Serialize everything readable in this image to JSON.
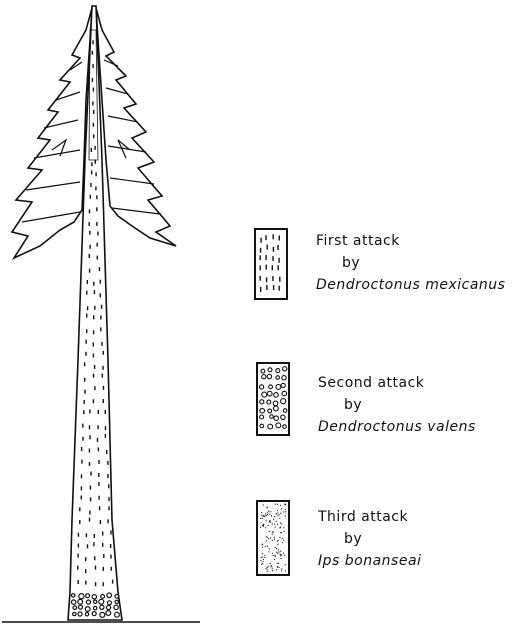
{
  "legend": [
    {
      "attack": "First attack",
      "by": "by",
      "species": "Dendroctonus mexicanus",
      "pattern": "dashes"
    },
    {
      "attack": "Second attack",
      "by": "by",
      "species": "Dendroctonus valens",
      "pattern": "circles"
    },
    {
      "attack": "Third attack",
      "by": "by",
      "species": "Ips bonanseai",
      "pattern": "dots"
    }
  ],
  "colors": {
    "ink": "#111111",
    "paper": "#ffffff"
  }
}
